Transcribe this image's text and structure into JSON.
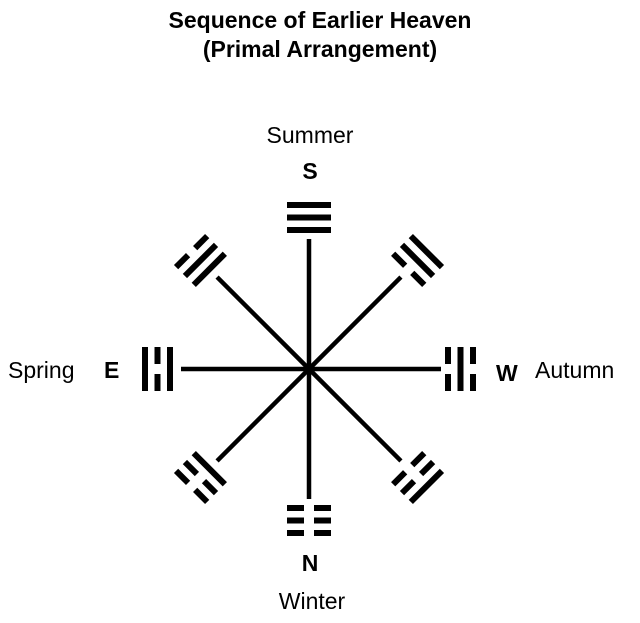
{
  "title": [
    "Sequence of Earlier Heaven",
    "(Primal Arrangement)"
  ],
  "colors": {
    "ink": "#000000",
    "background": "#ffffff"
  },
  "directions": {
    "south": {
      "letter": "S",
      "season": "Summer"
    },
    "north": {
      "letter": "N",
      "season": "Winter"
    },
    "east": {
      "letter": "E",
      "season": "Spring"
    },
    "west": {
      "letter": "W",
      "season": "Autumn"
    }
  },
  "trigrams": [
    {
      "position": "south",
      "name": "qian",
      "lines_inner_to_outer": [
        "solid",
        "solid",
        "solid"
      ]
    },
    {
      "position": "southwest",
      "name": "xun",
      "lines_inner_to_outer": [
        "broken",
        "solid",
        "solid"
      ]
    },
    {
      "position": "west",
      "name": "kan",
      "lines_inner_to_outer": [
        "broken",
        "solid",
        "broken"
      ]
    },
    {
      "position": "northwest",
      "name": "gen",
      "lines_inner_to_outer": [
        "broken",
        "broken",
        "solid"
      ]
    },
    {
      "position": "north",
      "name": "kun",
      "lines_inner_to_outer": [
        "broken",
        "broken",
        "broken"
      ]
    },
    {
      "position": "northeast",
      "name": "zhen",
      "lines_inner_to_outer": [
        "solid",
        "broken",
        "broken"
      ]
    },
    {
      "position": "east",
      "name": "li",
      "lines_inner_to_outer": [
        "solid",
        "broken",
        "solid"
      ]
    },
    {
      "position": "southeast",
      "name": "dui",
      "lines_inner_to_outer": [
        "solid",
        "solid",
        "broken"
      ]
    }
  ]
}
